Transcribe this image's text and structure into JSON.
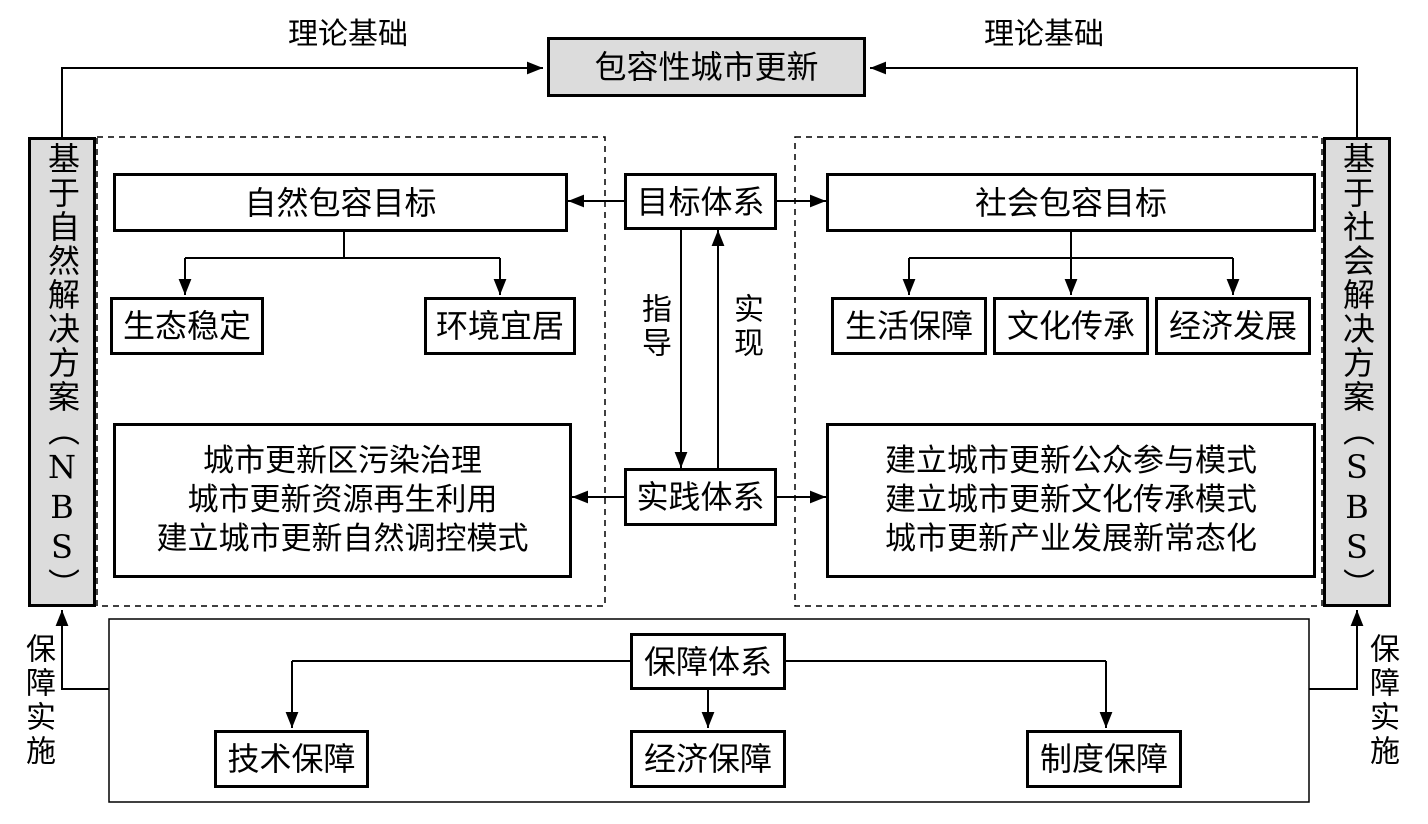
{
  "top": {
    "title": "包容性城市更新",
    "left_label": "理论基础",
    "right_label": "理论基础"
  },
  "side": {
    "left_title": "基于自然解决方案（NBS）",
    "right_title": "基于社会解决方案（SBS）",
    "left_support": "保障实施",
    "right_support": "保障实施"
  },
  "center": {
    "goal_system": "目标体系",
    "practice_system": "实践体系",
    "guide": "指导",
    "realize": "实现"
  },
  "natural": {
    "goal": "自然包容目标",
    "sub_goals": [
      "生态稳定",
      "环境宜居"
    ],
    "practices": [
      "城市更新区污染治理",
      "城市更新资源再生利用",
      "建立城市更新自然调控模式"
    ]
  },
  "social": {
    "goal": "社会包容目标",
    "sub_goals": [
      "生活保障",
      "文化传承",
      "经济发展"
    ],
    "practices": [
      "建立城市更新公众参与模式",
      "建立城市更新文化传承模式",
      "城市更新产业发展新常态化"
    ]
  },
  "support": {
    "title": "保障体系",
    "items": [
      "技术保障",
      "经济保障",
      "制度保障"
    ]
  }
}
